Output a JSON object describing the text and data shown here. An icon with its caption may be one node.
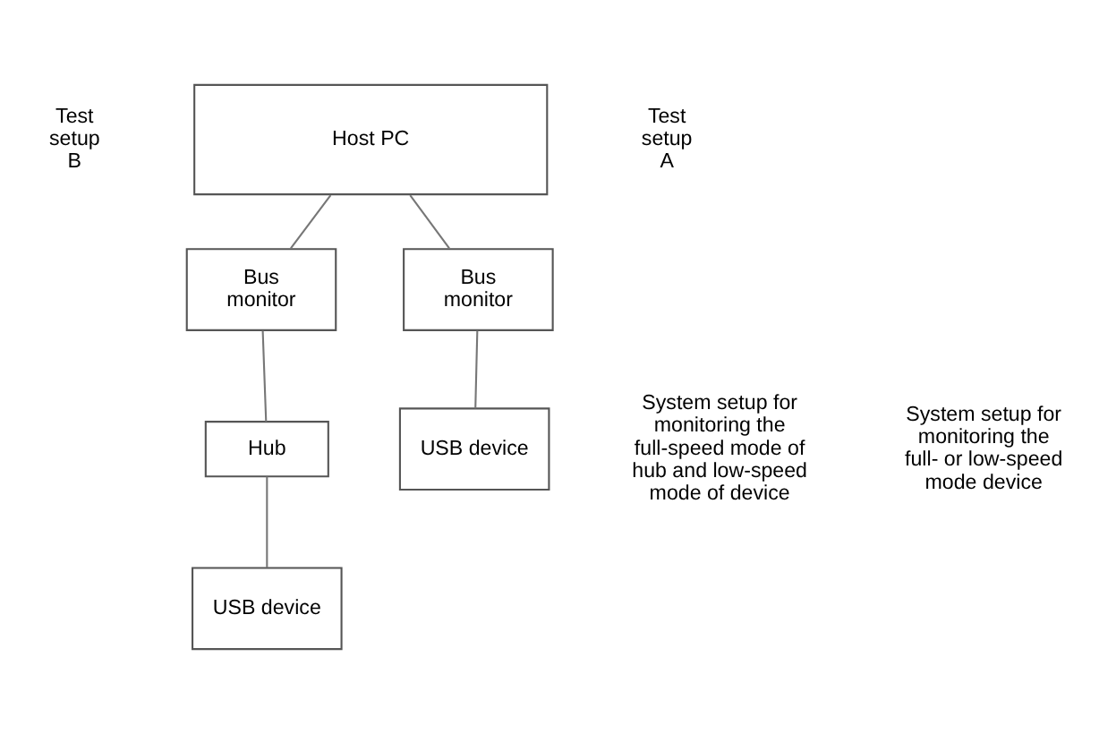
{
  "diagram": {
    "nodes": [
      {
        "text": [
          "Host PC"
        ]
      },
      {
        "text": [
          "Bus monitor"
        ]
      },
      {
        "text": [
          "Bus monitor"
        ]
      },
      {
        "text": [
          "Hub"
        ]
      },
      {
        "text": [
          "USB device"
        ]
      },
      {
        "text": [
          "USB device"
        ]
      }
    ],
    "edges": [
      {
        "from": 0,
        "to": 1,
        "arrow": "none"
      },
      {
        "from": 0,
        "to": 2,
        "arrow": "none"
      },
      {
        "from": 1,
        "to": 3,
        "arrow": "none"
      },
      {
        "from": 2,
        "to": 5,
        "arrow": "none"
      },
      {
        "from": 3,
        "to": 4,
        "arrow": "none"
      }
    ],
    "labels": [
      "Test setup B",
      "Test setup A",
      "System setup for monitoring the full-speed mode of hub and low-speed mode of device",
      "System setup for monitoring the full- or low-speed mode device"
    ]
  }
}
